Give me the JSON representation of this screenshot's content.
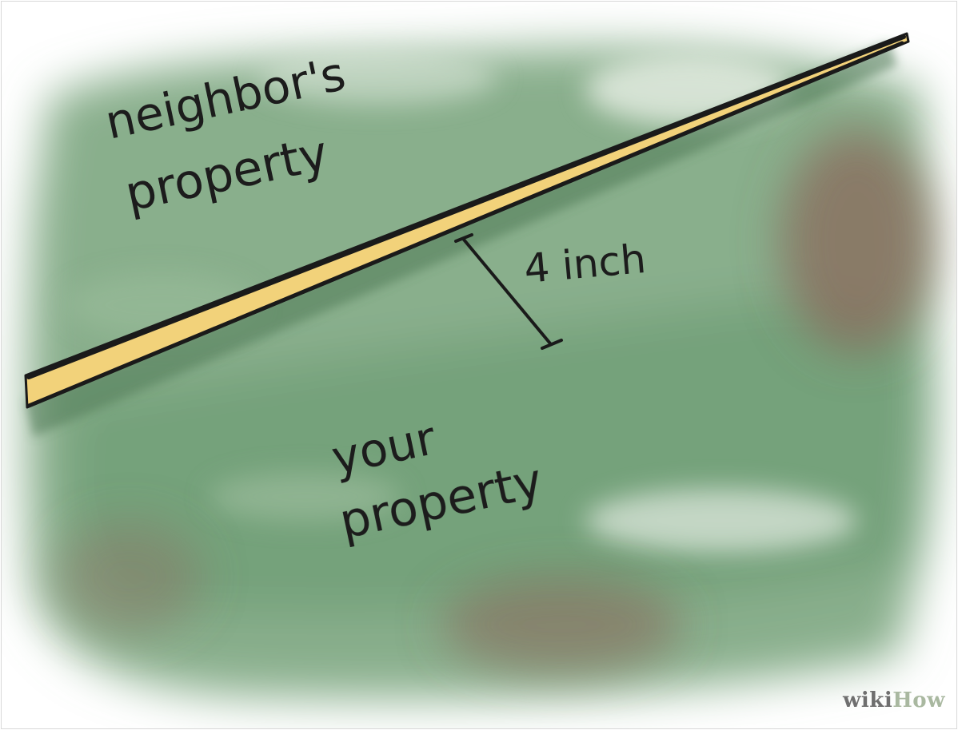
{
  "labels": {
    "neighbor_line1": "neighbor's",
    "neighbor_line2": "property",
    "measurement": "4 inch",
    "yours_line1": "your",
    "yours_line2": "property"
  },
  "watermark": {
    "part1": "wiki",
    "part2": "How"
  },
  "colors": {
    "grass": "#7fa882",
    "grass_dark": "#6a9870",
    "soil": "#8a6a5c",
    "edging_fill": "#f2d27a",
    "edging_outline": "#1a1a1a"
  }
}
